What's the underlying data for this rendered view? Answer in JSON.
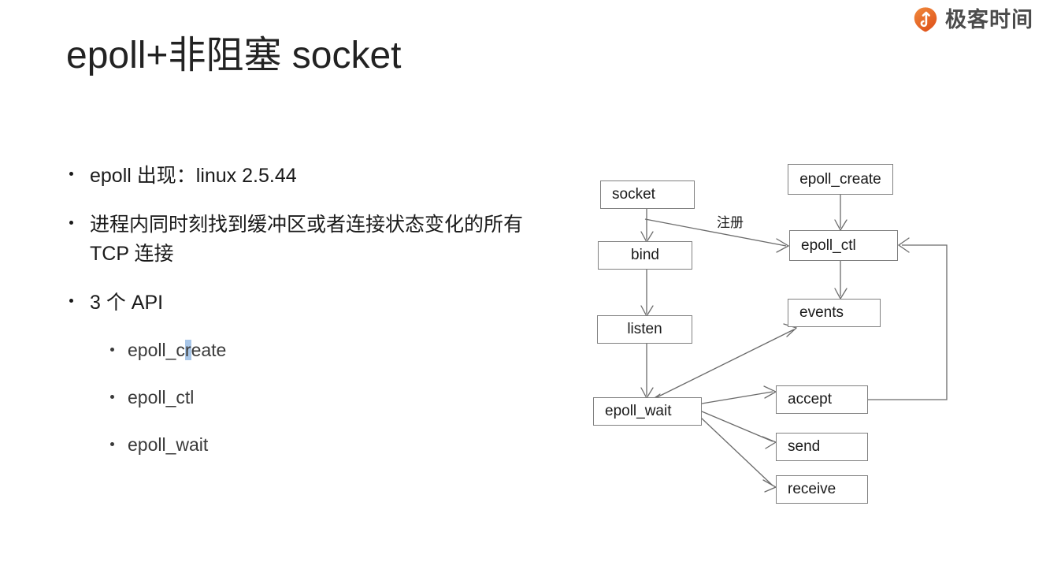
{
  "brand": {
    "logo_icon": "geektime-drop-icon",
    "name": "极客时间",
    "accent_color": "#e8692a"
  },
  "slide": {
    "title": "epoll+非阻塞 socket",
    "background_color": "#ffffff"
  },
  "bullets": [
    {
      "level": 1,
      "text": "epoll 出现：linux 2.5.44"
    },
    {
      "level": 1,
      "text": "进程内同时刻找到缓冲区或者连接状态变化的所有 TCP 连接"
    },
    {
      "level": 1,
      "text": "3 个 API"
    }
  ],
  "api_sub_bullets": [
    {
      "level": 2,
      "text_before": "epoll_c",
      "highlight": "r",
      "text_after": "eate",
      "full": "epoll_create"
    },
    {
      "level": 2,
      "full": "epoll_ctl"
    },
    {
      "level": 2,
      "full": "epoll_wait"
    }
  ],
  "diagram": {
    "type": "flowchart",
    "nodes": [
      {
        "id": "socket",
        "label": "socket"
      },
      {
        "id": "bind",
        "label": "bind"
      },
      {
        "id": "listen",
        "label": "listen"
      },
      {
        "id": "epoll_wait",
        "label": "epoll_wait"
      },
      {
        "id": "epoll_create",
        "label": "epoll_create"
      },
      {
        "id": "epoll_ctl",
        "label": "epoll_ctl"
      },
      {
        "id": "events",
        "label": "events"
      },
      {
        "id": "accept",
        "label": "accept"
      },
      {
        "id": "send",
        "label": "send"
      },
      {
        "id": "receive",
        "label": "receive"
      }
    ],
    "edges": [
      {
        "from": "socket",
        "to": "epoll_ctl",
        "label": "注册"
      },
      {
        "from": "socket",
        "to": "bind",
        "label": ""
      },
      {
        "from": "bind",
        "to": "listen",
        "label": ""
      },
      {
        "from": "listen",
        "to": "epoll_wait",
        "label": ""
      },
      {
        "from": "epoll_create",
        "to": "epoll_ctl",
        "label": ""
      },
      {
        "from": "epoll_ctl",
        "to": "events",
        "label": ""
      },
      {
        "from": "events",
        "to": "epoll_wait",
        "label": "",
        "bidirectional": true
      },
      {
        "from": "epoll_wait",
        "to": "accept",
        "label": ""
      },
      {
        "from": "epoll_wait",
        "to": "send",
        "label": ""
      },
      {
        "from": "epoll_wait",
        "to": "receive",
        "label": ""
      },
      {
        "from": "accept",
        "to": "epoll_ctl",
        "label": ""
      }
    ],
    "edge_label_register": "注册"
  }
}
